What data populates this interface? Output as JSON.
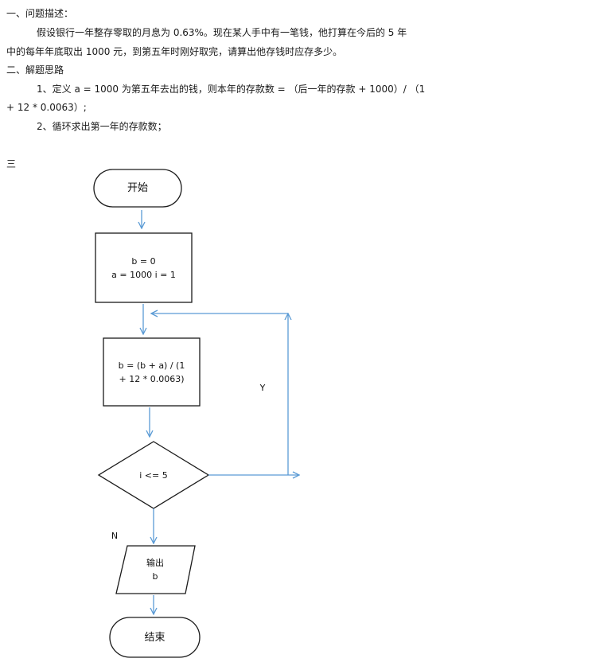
{
  "document": {
    "section1_heading": "一、问题描述：",
    "section1_body_line1": "假设银行一年整存零取的月息为 0.63%。现在某人手中有一笔钱，他打算在今后的 5 年",
    "section1_body_line2": "中的每年年底取出 1000 元，到第五年时刚好取完，请算出他存钱时应存多少。",
    "section2_heading": "二、解题思路",
    "section2_step1_line1": "1、定义 a = 1000 为第五年去出的钱，则本年的存款数 = （后一年的存款 + 1000）/ （1",
    "section2_step1_line2": "+ 12 * 0.0063）;",
    "section2_step2": "2、循环求出第一年的存款数；",
    "section3_heading": "三"
  },
  "flowchart": {
    "start_label": "开始",
    "init_line1": "b = 0",
    "init_line2": "a = 1000  i = 1",
    "process_line1": "b = (b + a) / (1",
    "process_line2": "+ 12 * 0.0063)",
    "condition_label": "i <= 5",
    "yes_label": "Y",
    "no_label": "N",
    "output_line1": "输出",
    "output_line2": "b",
    "end_label": "结束",
    "arrow_color": "#5b9bd5",
    "shape_stroke": "#1a1a1a"
  }
}
